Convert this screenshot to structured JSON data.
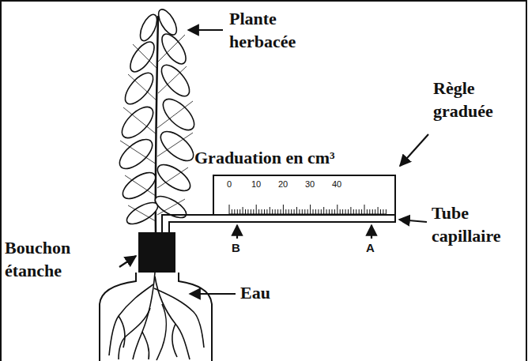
{
  "diagram": {
    "labels": [
      "Plante herbacée",
      "Règle graduée",
      "Graduation en cm³",
      "0",
      "10",
      "20",
      "30",
      "40",
      "Tube capillaire",
      "B",
      "A",
      "Bouchon étanche",
      "Eau"
    ]
  }
}
